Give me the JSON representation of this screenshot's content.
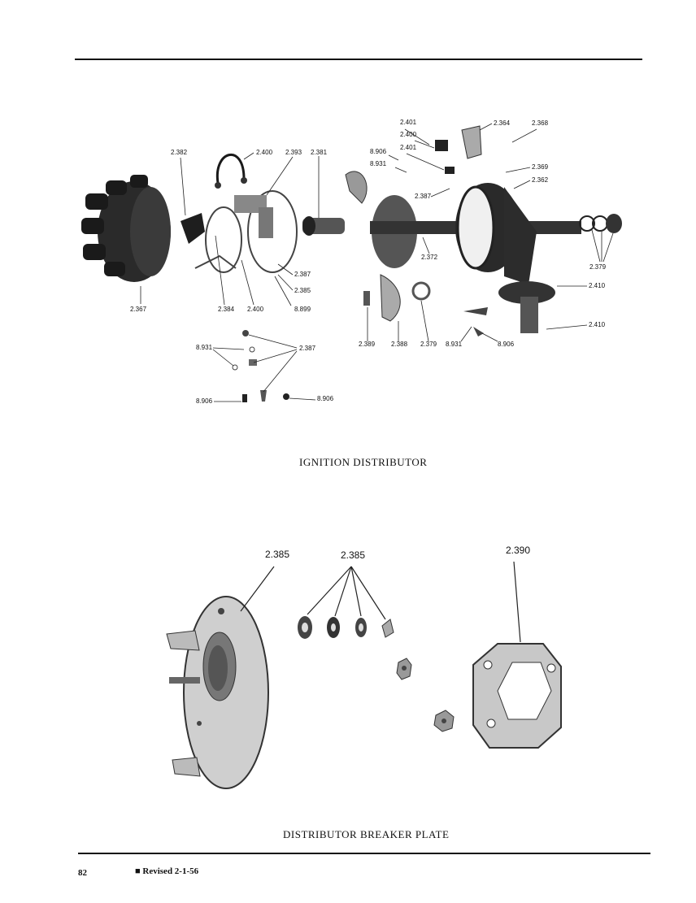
{
  "figure1": {
    "caption": "IGNITION DISTRIBUTOR",
    "callouts": [
      "2.401",
      "2.364",
      "2.368",
      "2.400",
      "2.401",
      "8.906",
      "2.369",
      "8.931",
      "2.362",
      "2.382",
      "2.400",
      "2.393",
      "2.381",
      "2.387",
      "2.372",
      "2.379",
      "2.387",
      "2.410",
      "2.385",
      "2.367",
      "2.384",
      "2.400",
      "8.899",
      "2.410",
      "2.389",
      "2.388",
      "2.379",
      "8.931",
      "8.906",
      "8.931",
      "2.387",
      "8.906",
      "8.906"
    ]
  },
  "figure2": {
    "caption": "DISTRIBUTOR BREAKER PLATE",
    "callouts": [
      "2.385",
      "2.385",
      "2.390"
    ]
  },
  "footer": {
    "page_number": "82",
    "revision": "■ Revised 2-1-56"
  }
}
